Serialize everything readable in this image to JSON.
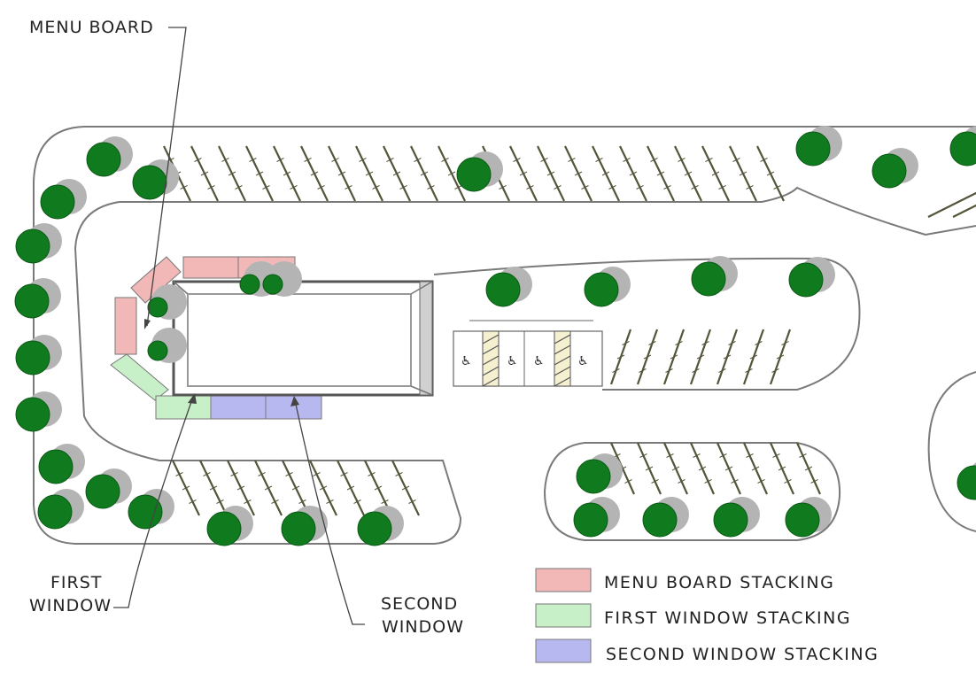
{
  "labels": {
    "menu_board": "MENU BOARD",
    "first_window_line1": "FIRST",
    "first_window_line2": "WINDOW",
    "second_window_line1": "SECOND",
    "second_window_line2": "WINDOW"
  },
  "legend": [
    {
      "label": "MENU BOARD STACKING",
      "color": "#f2b8b8"
    },
    {
      "label": "FIRST WINDOW STACKING",
      "color": "#c8f0c8"
    },
    {
      "label": "SECOND WINDOW STACKING",
      "color": "#b8b8f0"
    }
  ],
  "colors": {
    "tree": "#0f7a1e",
    "tree_shadow": "#b4b4b4",
    "menu_stack": "#f2b8b8",
    "first_stack": "#c8f0c8",
    "second_stack": "#b8b8f0"
  }
}
